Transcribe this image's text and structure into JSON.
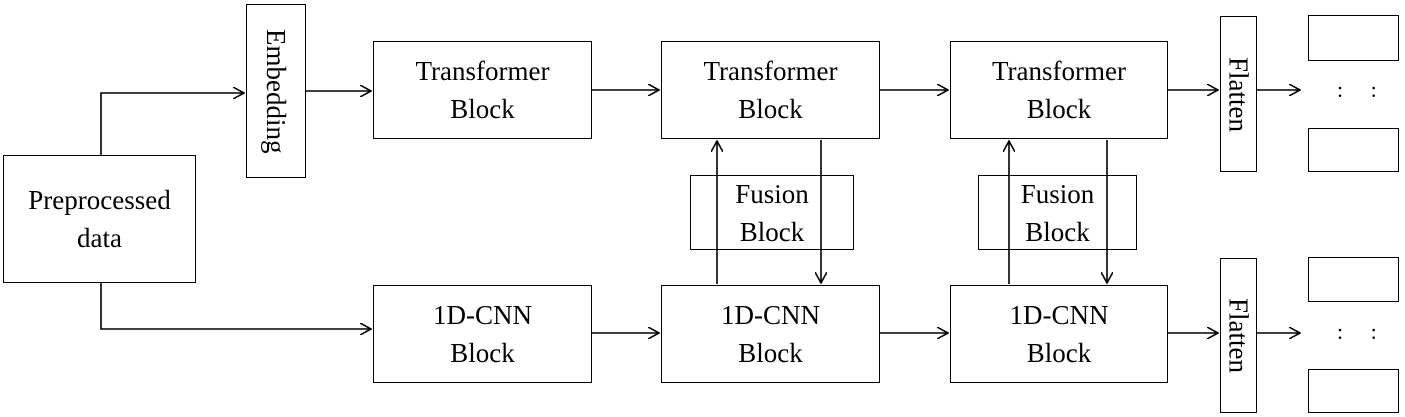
{
  "nodes": {
    "preprocessed": [
      "Preprocessed",
      "data"
    ],
    "embedding": "Embedding",
    "transformer_blocks": [
      [
        "Transformer",
        "Block"
      ],
      [
        "Transformer",
        "Block"
      ],
      [
        "Transformer",
        "Block"
      ]
    ],
    "cnn_blocks": [
      [
        "1D-CNN",
        "Block"
      ],
      [
        "1D-CNN",
        "Block"
      ],
      [
        "1D-CNN",
        "Block"
      ]
    ],
    "fusion_blocks": [
      [
        "Fusion",
        "Block"
      ],
      [
        "Fusion",
        "Block"
      ]
    ],
    "flatten_top": "Flatten",
    "flatten_bottom": "Flatten",
    "output_top_dots": ": :",
    "output_bottom_dots": ": :"
  }
}
